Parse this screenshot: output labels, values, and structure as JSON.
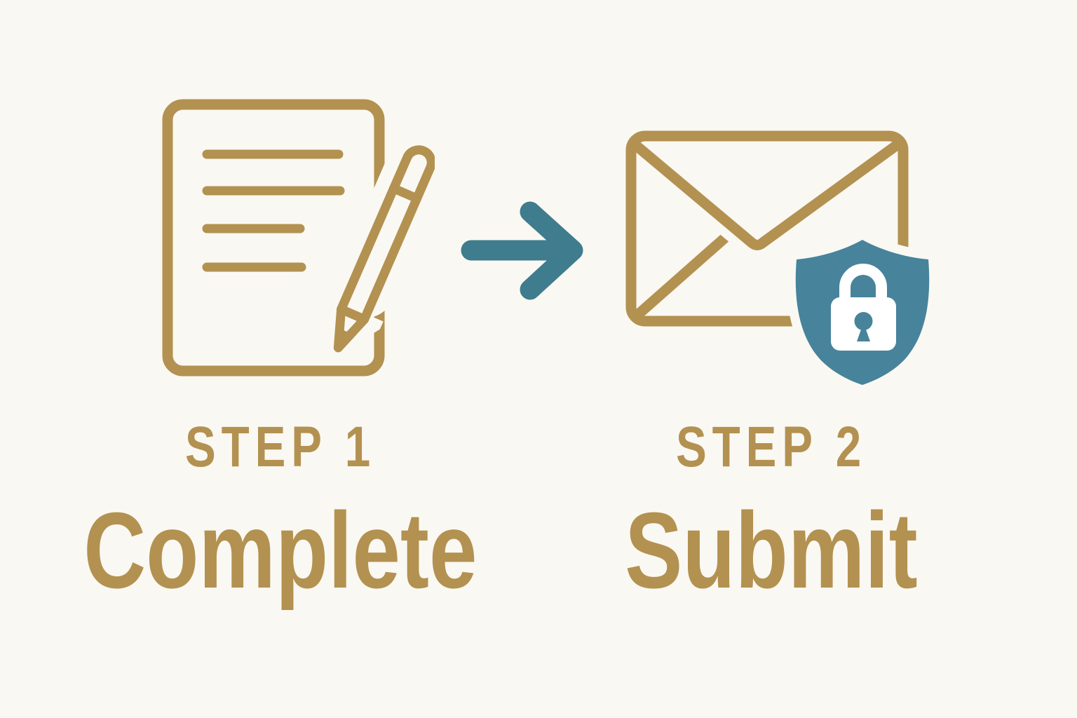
{
  "diagram": {
    "type": "process-steps",
    "background_color": "#FAF8F2",
    "steps": [
      {
        "label": "STEP 1",
        "title": "Complete",
        "icon": "document-pencil-icon"
      },
      {
        "label": "STEP 2",
        "title": "Submit",
        "icon": "envelope-shield-lock-icon"
      }
    ],
    "connector": {
      "icon": "right-arrow-icon",
      "direction": "right"
    }
  },
  "colors": {
    "gold": "#B39150",
    "teal": "#3E7C8E",
    "shield_teal": "#47839B",
    "lock_white": "#FFFFFF"
  }
}
